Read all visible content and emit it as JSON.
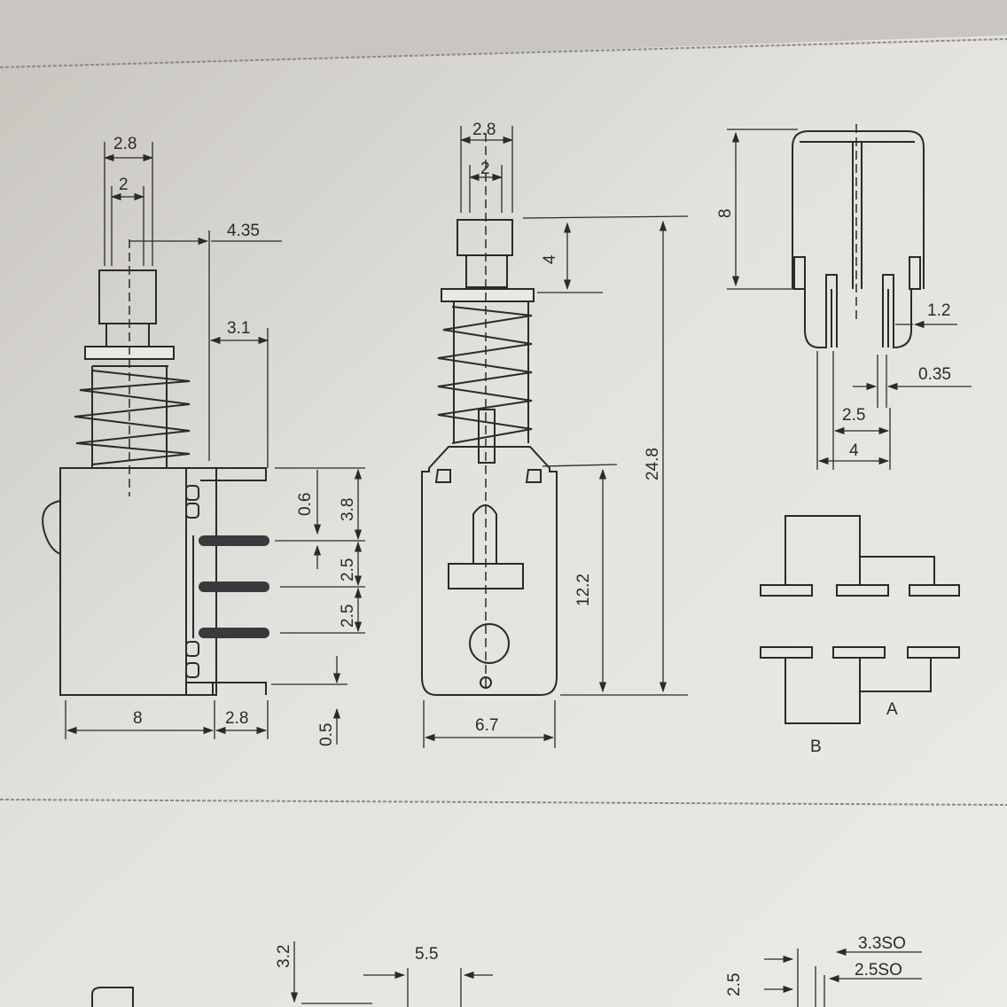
{
  "colors": {
    "paper": "#e6e5e1",
    "ink": "#2a2a2c",
    "background": "#c9c6c1"
  },
  "side_view": {
    "dims": {
      "shaft_width": "2.8",
      "shaft_inner": "2",
      "offset_435": "4.35",
      "offset_31": "3.1",
      "pin_gap_06": "0.6",
      "pin_top_38": "3.8",
      "pin_pitch_a": "2.5",
      "pin_pitch_b": "2.5",
      "body_width": "8",
      "pin_length": "2.8",
      "pin_bottom": "0.5"
    }
  },
  "front_view": {
    "dims": {
      "shaft_width": "2.8",
      "shaft_inner": "2",
      "cap_height": "4",
      "total_height": "24.8",
      "body_height": "12.2",
      "body_width": "6.7"
    }
  },
  "end_view": {
    "dims": {
      "height": "8",
      "pin_width": "1.2",
      "pin_thickness": "0.35",
      "pin_pitch": "2.5",
      "pin_span": "4"
    }
  },
  "schematic": {
    "label_a": "A",
    "label_b": "B"
  },
  "next_section": {
    "dims": {
      "d32": "3.2",
      "d55": "5.5",
      "d25": "2.5",
      "d33so": "3.3SO",
      "d25so": "2.5SO"
    }
  }
}
